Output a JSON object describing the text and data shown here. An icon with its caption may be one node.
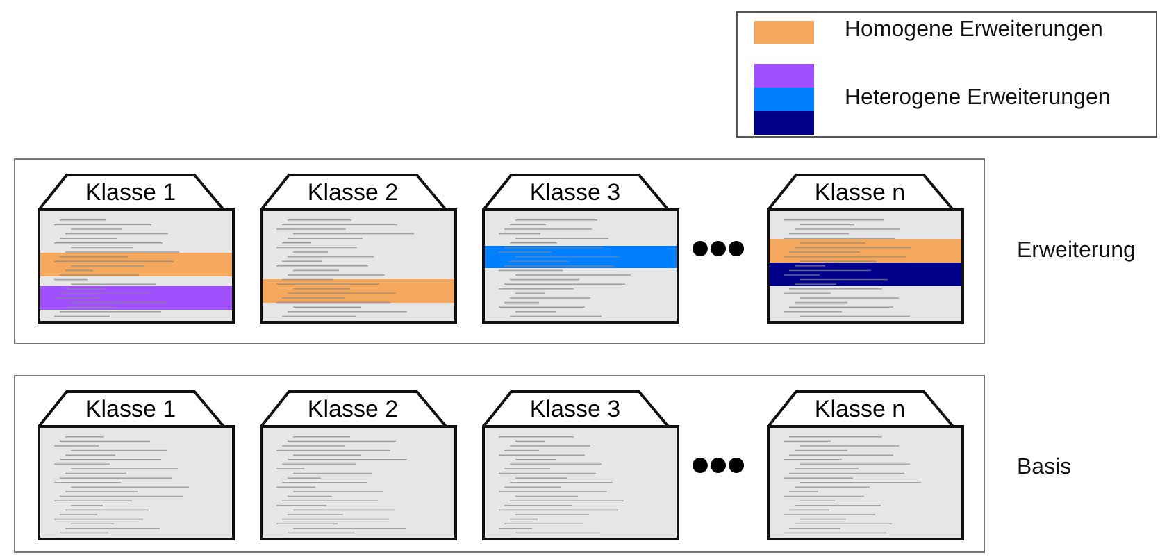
{
  "diagram": {
    "nodes": [
      {
        "text": [],
        "shape": "box",
        "beside": [
          "Erweiterung"
        ]
      },
      {
        "text": [
          "Klasse 1"
        ],
        "in": 0
      },
      {
        "text": [
          "Klasse 2"
        ],
        "in": 0
      },
      {
        "text": [
          "Klasse 3"
        ],
        "in": 0
      },
      {
        "text": [
          "Klasse n"
        ],
        "in": 0
      },
      {
        "text": [],
        "shape": "box",
        "beside": [
          "Basis"
        ]
      },
      {
        "text": [
          "Klasse 1"
        ],
        "in": 5
      },
      {
        "text": [
          "Klasse 2"
        ],
        "in": 5
      },
      {
        "text": [
          "Klasse 3"
        ],
        "in": 5
      },
      {
        "text": [
          "Klasse n"
        ],
        "in": 5
      }
    ],
    "edges": [],
    "legend": [
      {
        "text": "Homogene Erweiterungen",
        "color": "#f5a95e"
      },
      {
        "text": "Heterogene Erweiterungen"
      }
    ]
  }
}
